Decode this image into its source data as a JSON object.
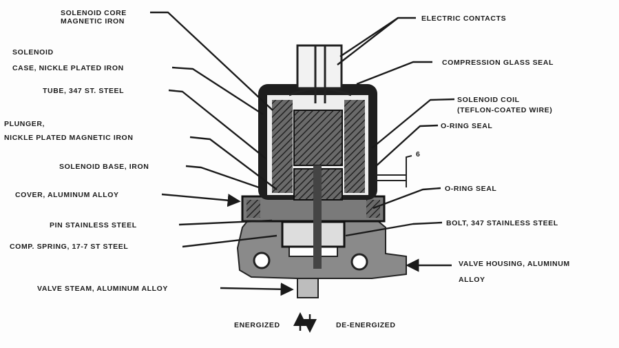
{
  "labels": {
    "solenoid_core_1": "SOLENOID CORE",
    "solenoid_core_2": "MAGNETIC IRON",
    "solenoid_case_1": "SOLENOID",
    "solenoid_case_2": "CASE, NICKLE PLATED IRON",
    "tube": "TUBE, 347 ST. STEEL",
    "plunger_1": "PLUNGER,",
    "plunger_2": "NICKLE PLATED MAGNETIC IRON",
    "solenoid_base": "SOLENOID BASE, IRON",
    "cover": "COVER, ALUMINUM ALLOY",
    "pin": "PIN STAINLESS STEEL",
    "spring": "COMP. SPRING, 17-7 ST STEEL",
    "valve_stem": "VALVE STEAM, ALUMINUM ALLOY",
    "electric_contacts": "ELECTRIC CONTACTS",
    "glass_seal": "COMPRESSION GLASS SEAL",
    "coil_1": "SOLENOID COIL",
    "coil_2": "(TEFLON-COATED WIRE)",
    "oring_upper": "O-RING SEAL",
    "dimension": "6",
    "oring_lower": "O-RING SEAL",
    "bolt": "BOLT, 347 STAINLESS STEEL",
    "housing_1": "VALVE HOUSING, ALUMINUM",
    "housing_2": "ALLOY",
    "energized": "ENERGIZED",
    "de_energized": "DE-ENERGIZED"
  }
}
